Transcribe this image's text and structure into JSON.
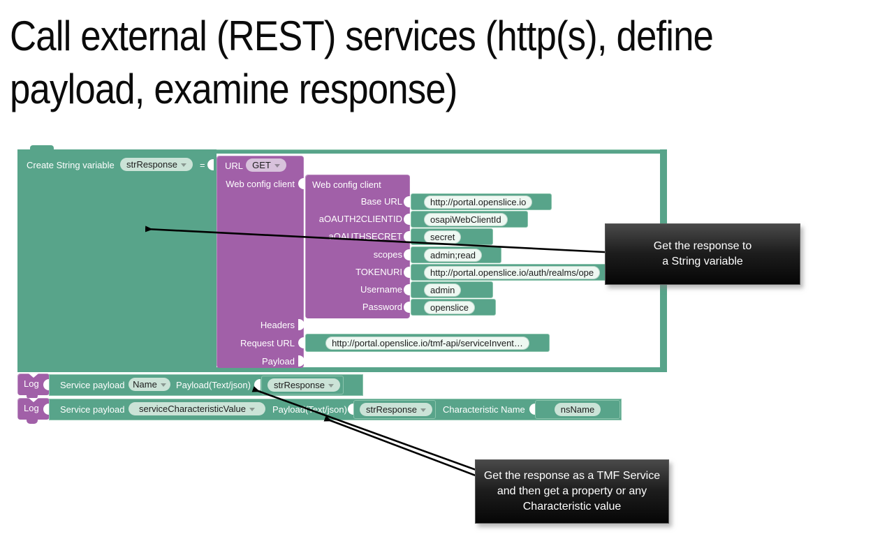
{
  "title": {
    "line1": "Call external (REST) services (http(s), define",
    "line2": "payload, examine response)"
  },
  "blocks": {
    "create_var": {
      "label": "Create String variable",
      "var_pill": "strResponse",
      "equals": "="
    },
    "url_block": {
      "label": "URL",
      "method_pill": "GET",
      "web_config_label": "Web config client",
      "headers_label": "Headers",
      "request_url_label": "Request URL",
      "payload_label": "Payload"
    },
    "web_config_client": {
      "title": "Web config client",
      "fields": [
        {
          "label": "Base URL",
          "value": "http://portal.openslice.io"
        },
        {
          "label": "aOAUTH2CLIENTID",
          "value": "osapiWebClientId"
        },
        {
          "label": "aOAUTHSECRET",
          "value": "secret"
        },
        {
          "label": "scopes",
          "value": "admin;read"
        },
        {
          "label": "TOKENURI",
          "value": "http://portal.openslice.io/auth/realms/ope"
        },
        {
          "label": "Username",
          "value": "admin"
        },
        {
          "label": "Password",
          "value": "openslice"
        }
      ]
    },
    "request_url_value": "http://portal.openslice.io/tmf-api/serviceInvent…",
    "log1": {
      "stub": "Log",
      "label1": "Service payload",
      "name_pill": "Name",
      "label2": "Payload(Text/json)",
      "payload_pill": "strResponse"
    },
    "log2": {
      "stub": "Log",
      "label1": "Service payload",
      "name_pill": "serviceCharacteristicValue",
      "label2": "Payload(Text/json)",
      "payload_pill": "strResponse",
      "label3": "Characteristic Name",
      "char_pill": "nsName"
    }
  },
  "callouts": {
    "callout1": {
      "line1": "Get the response to",
      "line2": "a String variable"
    },
    "callout2": {
      "line1": "Get the response as a TMF Service",
      "line2": "and then get a property or any",
      "line3": "Characteristic value"
    }
  },
  "colors": {
    "teal": "#58a48a",
    "teal_border": "#8cc5ad",
    "purple": "#a160a8",
    "pill_mint": "#cbe3d7",
    "pill_light": "#eef8f2",
    "pill_lav": "#d8c2dc",
    "callout_bg": "#111111",
    "arrow": "#000000"
  }
}
